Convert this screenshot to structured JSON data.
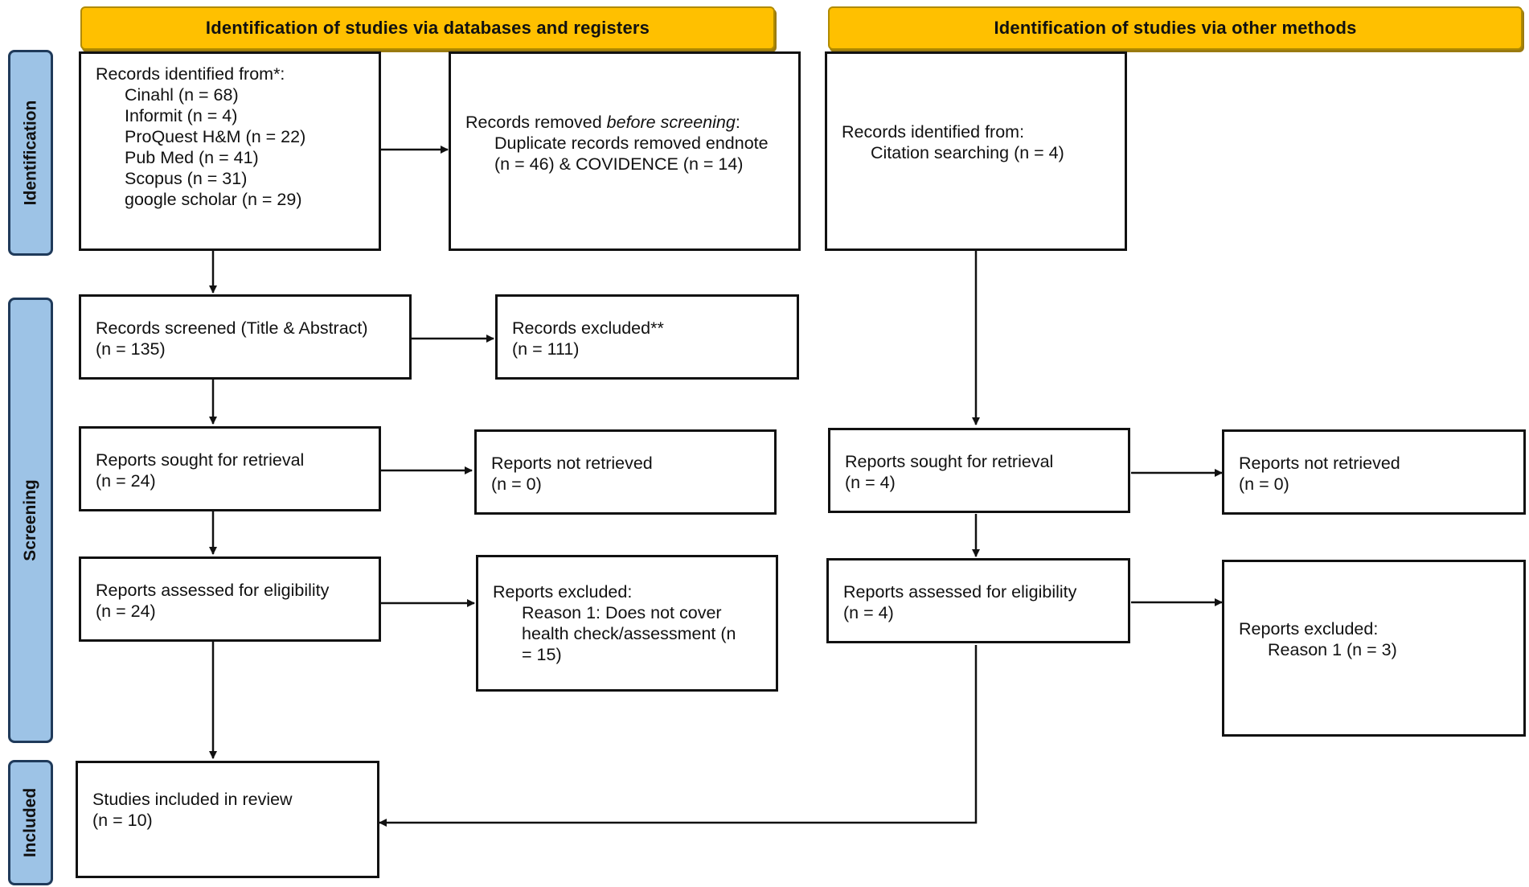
{
  "headers": {
    "left": "Identification of studies via databases and registers",
    "right": "Identification of studies via other methods"
  },
  "phases": {
    "identification": "Identification",
    "screening": "Screening",
    "included": "Included"
  },
  "databases": {
    "identified": {
      "title": "Records identified from*:",
      "lines": [
        "Cinahl (n = 68)",
        "Informit (n = 4)",
        "ProQuest H&M (n = 22)",
        "Pub Med (n = 41)",
        "Scopus (n = 31)",
        "google scholar (n = 29)"
      ]
    },
    "removed": {
      "title_pre": "Records removed ",
      "title_em": "before screening",
      "title_post": ":",
      "line1": "Duplicate records removed endnote",
      "line2": "(n = 46) & COVIDENCE (n = 14)"
    },
    "screened": {
      "title": "Records screened (Title & Abstract)",
      "n": "(n = 135)"
    },
    "excluded": {
      "title": "Records excluded**",
      "n": "(n = 111)"
    },
    "sought": {
      "title": "Reports sought for retrieval",
      "n": "(n = 24)"
    },
    "not_retrieved": {
      "title": "Reports not retrieved",
      "n": "(n = 0)"
    },
    "assessed": {
      "title": "Reports assessed for eligibility",
      "n": "(n = 24)"
    },
    "reports_excluded": {
      "title": "Reports excluded:",
      "line1": "Reason 1: Does not cover",
      "line2": "health check/assessment (n",
      "line3": "= 15)"
    },
    "included": {
      "title": "Studies included in review",
      "n": "(n = 10)"
    }
  },
  "other": {
    "identified": {
      "title": "Records identified from:",
      "line1": "Citation searching (n = 4)"
    },
    "sought": {
      "title": "Reports sought for retrieval",
      "n": "(n = 4)"
    },
    "not_retrieved": {
      "title": "Reports not retrieved",
      "n": "(n = 0)"
    },
    "assessed": {
      "title": "Reports assessed for eligibility",
      "n": "(n = 4)"
    },
    "reports_excluded": {
      "title": "Reports excluded:",
      "line1": "Reason 1 (n = 3)"
    }
  }
}
